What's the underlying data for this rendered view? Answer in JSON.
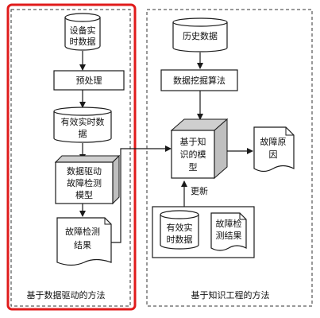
{
  "colors": {
    "highlight": "#e01b1b",
    "ink": "#1a1a1a",
    "shade": "#cfcfcf"
  },
  "left_panel": {
    "title": "基于数据驱动的方法",
    "nodes": {
      "realtime_data_device": [
        "设备实",
        "时数据"
      ],
      "preprocess": [
        "预处理"
      ],
      "valid_realtime_data": [
        "有效实时数",
        "据"
      ],
      "fault_detect_model": [
        "数据驱动",
        "故障检测",
        "模型"
      ],
      "detect_result": [
        "故障检测",
        "结果"
      ]
    }
  },
  "right_panel": {
    "title": "基于知识工程的方法",
    "nodes": {
      "history_data": [
        "历史数据"
      ],
      "mining_algorithm": [
        "数据挖掘算法"
      ],
      "knowledge_model": [
        "基于知",
        "识的模",
        "型"
      ],
      "fault_cause": [
        "故障原",
        "因"
      ],
      "update_label": [
        "更新"
      ],
      "valid_realtime_data_2": [
        "有效实",
        "时数据"
      ],
      "detect_result_2": [
        "故障检",
        "测结果"
      ]
    }
  }
}
